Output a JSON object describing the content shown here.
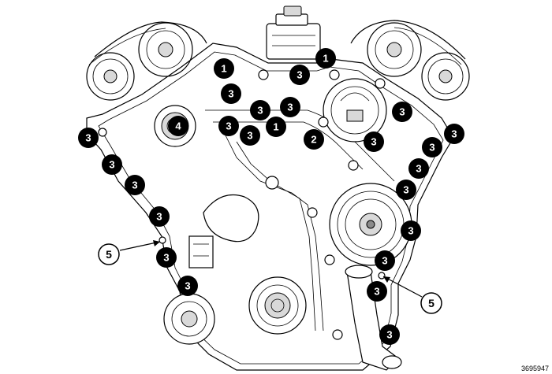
{
  "figure": {
    "id": "3695947"
  },
  "colors": {
    "callout_fill": "#000000",
    "callout_text": "#ffffff",
    "line": "#000000",
    "background": "#ffffff"
  },
  "callouts": [
    {
      "label": "1"
    },
    {
      "label": "1"
    },
    {
      "label": "1"
    },
    {
      "label": "2"
    },
    {
      "label": "3"
    },
    {
      "label": "3"
    },
    {
      "label": "3"
    },
    {
      "label": "3"
    },
    {
      "label": "3"
    },
    {
      "label": "3"
    },
    {
      "label": "3"
    },
    {
      "label": "3"
    },
    {
      "label": "3"
    },
    {
      "label": "3"
    },
    {
      "label": "3"
    },
    {
      "label": "3"
    },
    {
      "label": "3"
    },
    {
      "label": "3"
    },
    {
      "label": "3"
    },
    {
      "label": "3"
    },
    {
      "label": "3"
    },
    {
      "label": "3"
    },
    {
      "label": "3"
    },
    {
      "label": "3"
    },
    {
      "label": "3"
    },
    {
      "label": "3"
    },
    {
      "label": "4"
    }
  ],
  "references": [
    {
      "label": "5"
    },
    {
      "label": "5"
    }
  ]
}
